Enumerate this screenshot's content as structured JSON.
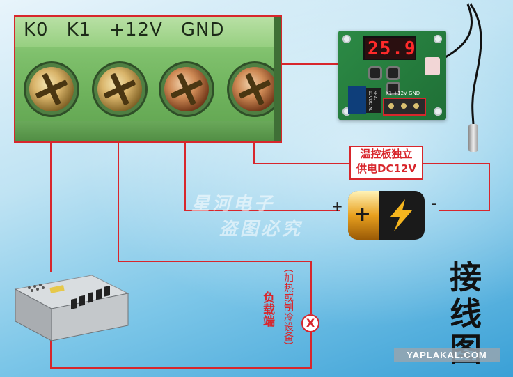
{
  "terminals": {
    "labels": [
      "K0",
      "K1",
      "+12V",
      "GND"
    ]
  },
  "board": {
    "display": "25.9",
    "relay_text": "SRA-12VDC-AL",
    "block_labels": "K1 +12V GND"
  },
  "callout": {
    "line1": "温控板独立",
    "line2": "供电DC12V"
  },
  "watermark": {
    "line1": "星河电子",
    "line2": "盗图必究"
  },
  "battery": {
    "plus_sign": "+",
    "minus_sign": "-"
  },
  "load": {
    "label": "负载端",
    "note": "(加热或制冷设备)",
    "symbol": "X"
  },
  "title": "接线图",
  "site_watermark": "YAPLAKAL.COM",
  "colors": {
    "wire": "#d8262c",
    "background_top": "#e8f4fb",
    "background_bottom": "#3aa0d6"
  }
}
